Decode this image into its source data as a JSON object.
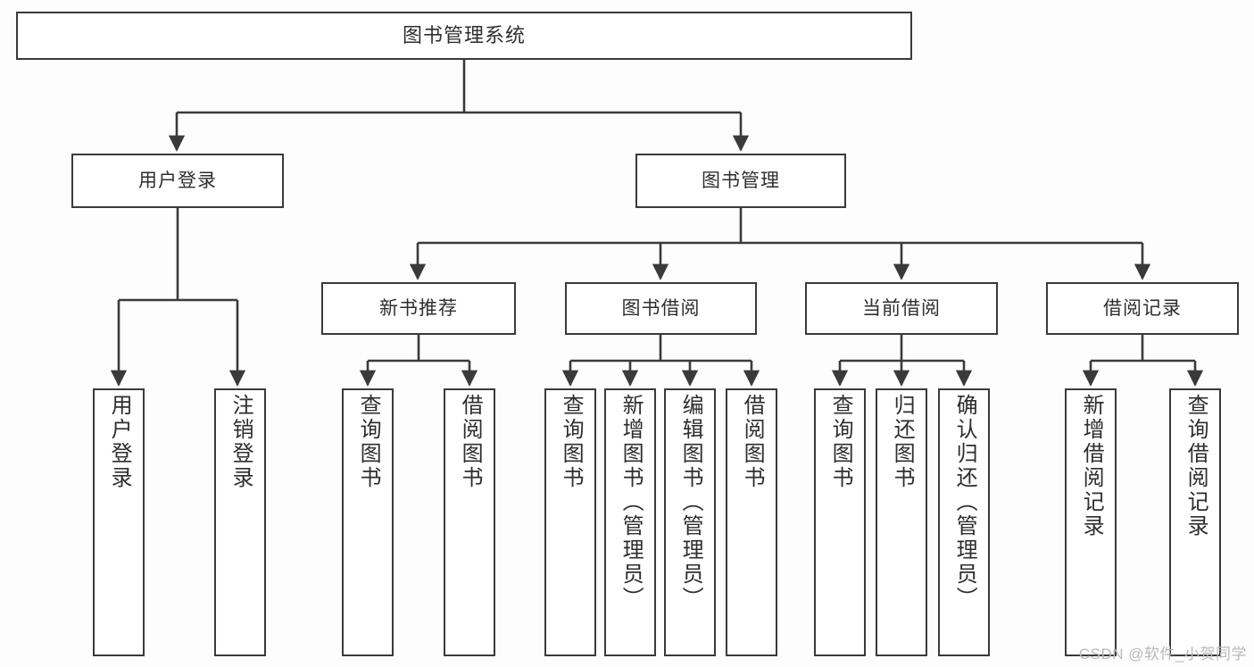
{
  "diagram": {
    "type": "tree-hierarchy-chart",
    "title": "图书管理系统",
    "watermark": "CSDN @软件_小贺同学",
    "colors": {
      "stroke": "#3a3a3a",
      "fill": "#ffffff",
      "text": "#2e2e2e",
      "background": "#fdfdfd",
      "watermark": "#b9b9b9"
    },
    "root": {
      "label": "图书管理系统"
    },
    "level1": [
      {
        "label": "用户登录"
      },
      {
        "label": "图书管理"
      }
    ],
    "level2": [
      {
        "label": "新书推荐"
      },
      {
        "label": "图书借阅"
      },
      {
        "label": "当前借阅"
      },
      {
        "label": "借阅记录"
      }
    ],
    "leaves": {
      "user_login": [
        {
          "label": "用户登录"
        },
        {
          "label": "注销登录"
        }
      ],
      "new_book_recommend": [
        {
          "label": "查询图书"
        },
        {
          "label": "借阅图书"
        }
      ],
      "book_borrow": [
        {
          "label": "查询图书"
        },
        {
          "label": "新增图书（管理员）"
        },
        {
          "label": "编辑图书（管理员）"
        },
        {
          "label": "借阅图书"
        }
      ],
      "current_borrow": [
        {
          "label": "查询图书"
        },
        {
          "label": "归还图书"
        },
        {
          "label": "确认归还（管理员）"
        }
      ],
      "borrow_record": [
        {
          "label": "新增借阅记录"
        },
        {
          "label": "查询借阅记录"
        }
      ]
    }
  }
}
